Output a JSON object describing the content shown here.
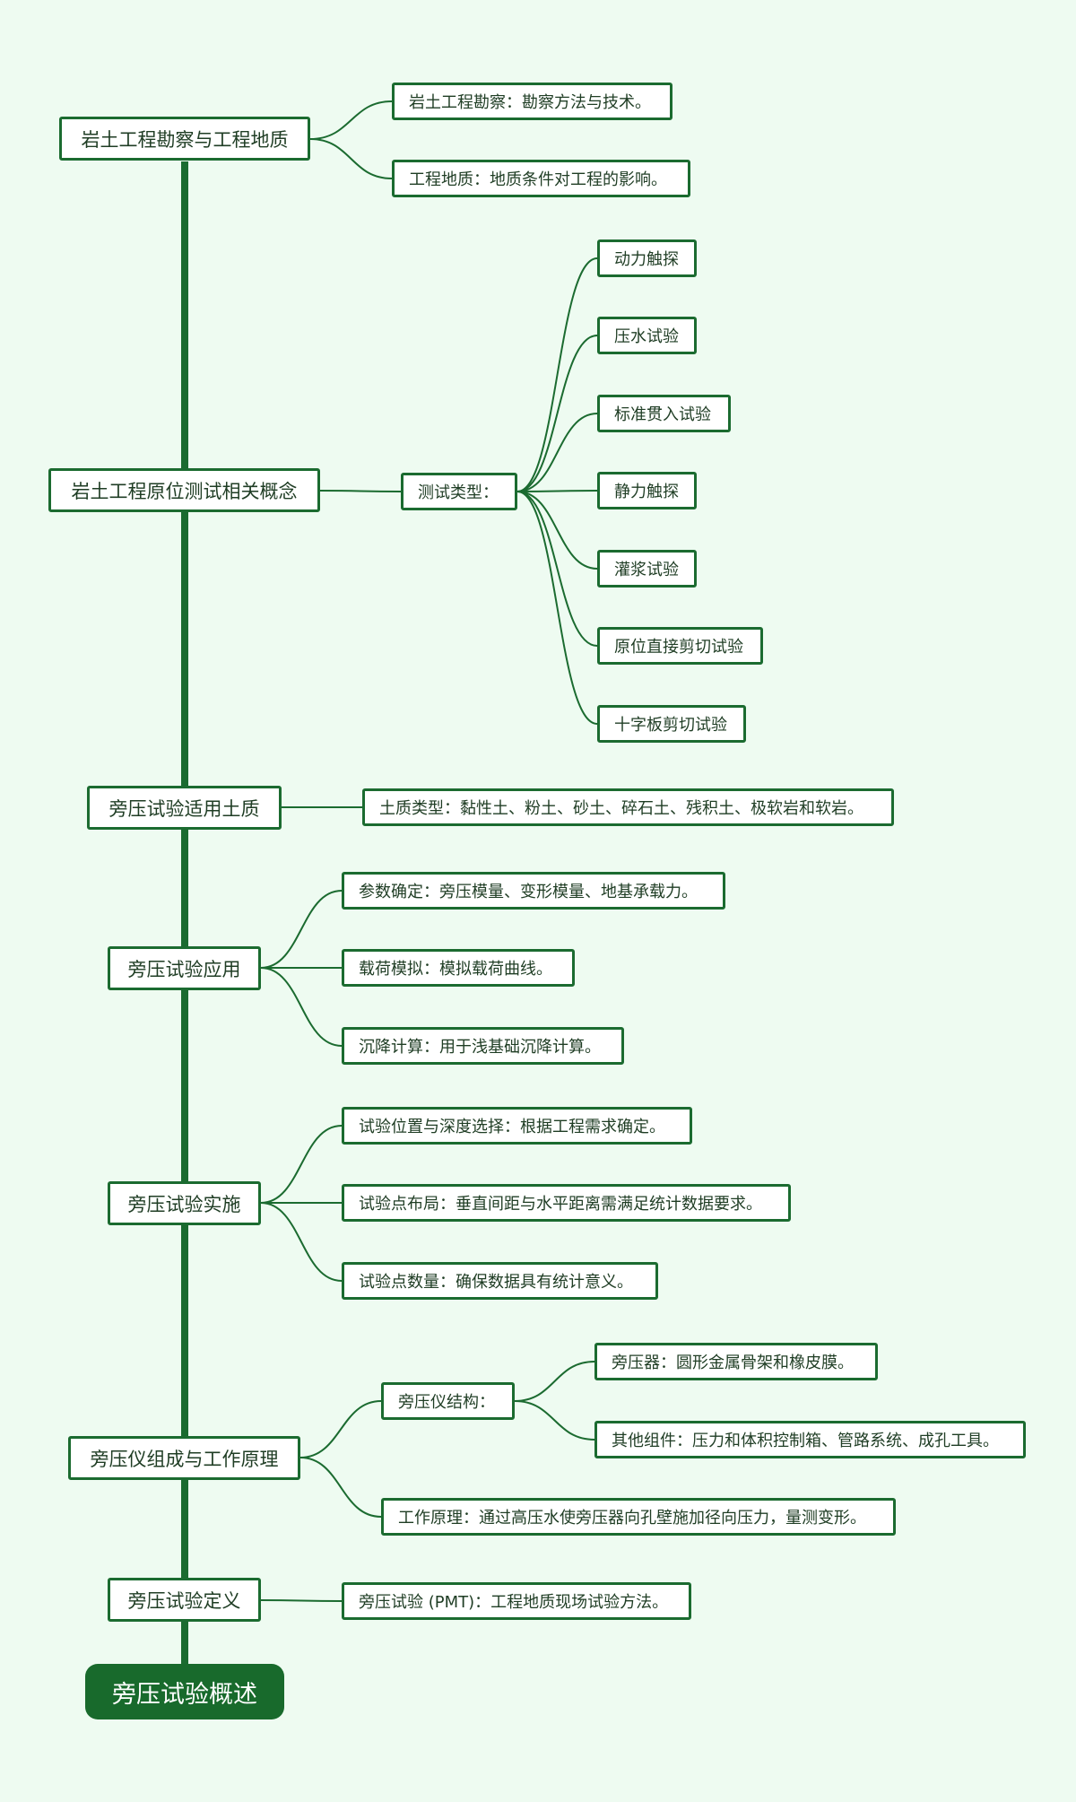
{
  "root": "旁压试验概述",
  "branches": {
    "b1": "岩土工程勘察与工程地质",
    "b1_c1": "岩土工程勘察：勘察方法与技术。",
    "b1_c2": "工程地质：地质条件对工程的影响。",
    "b2": "岩土工程原位测试相关概念",
    "b2_c1": "测试类型：",
    "b2_c1_items": [
      "动力触探",
      "压水试验",
      "标准贯入试验",
      "静力触探",
      "灌浆试验",
      "原位直接剪切试验",
      "十字板剪切试验"
    ],
    "b3": "旁压试验适用土质",
    "b3_c1": "土质类型：黏性土、粉土、砂土、碎石土、残积土、极软岩和软岩。",
    "b4": "旁压试验应用",
    "b4_c1": "参数确定：旁压模量、变形模量、地基承载力。",
    "b4_c2": "载荷模拟：模拟载荷曲线。",
    "b4_c3": "沉降计算：用于浅基础沉降计算。",
    "b5": "旁压试验实施",
    "b5_c1": "试验位置与深度选择：根据工程需求确定。",
    "b5_c2": "试验点布局：垂直间距与水平距离需满足统计数据要求。",
    "b5_c3": "试验点数量：确保数据具有统计意义。",
    "b6": "旁压仪组成与工作原理",
    "b6_c1": "旁压仪结构：",
    "b6_c1_a": "旁压器：圆形金属骨架和橡皮膜。",
    "b6_c1_b": "其他组件：压力和体积控制箱、管路系统、成孔工具。",
    "b6_c2": "工作原理：通过高压水使旁压器向孔壁施加径向压力，量测变形。",
    "b7": "旁压试验定义",
    "b7_c1": "旁压试验 (PMT)：工程地质现场试验方法。"
  },
  "colors": {
    "line": "#1b6b30",
    "background": "#eefbf1",
    "root_fill": "#186a2c",
    "node_fill": "#ffffff"
  }
}
